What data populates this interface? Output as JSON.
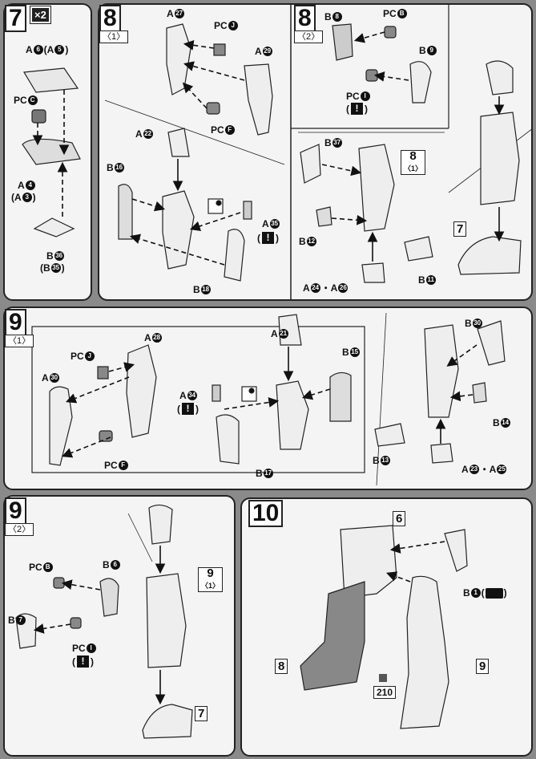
{
  "steps": {
    "s7": {
      "number": "7",
      "multiplier": "×2",
      "labels": {
        "a6": {
          "p": "A",
          "n": "6",
          "alt_p": "(A",
          "alt_n": "5",
          "close": ")"
        },
        "pcc": {
          "p": "PC",
          "n": "C"
        },
        "a4": {
          "p": "A",
          "n": "4"
        },
        "a3": {
          "p": "(A",
          "n": "3",
          "close": ")"
        },
        "b36": {
          "p": "B",
          "n": "36"
        },
        "b35": {
          "p": "(B",
          "n": "35",
          "close": ")"
        }
      }
    },
    "s8_1": {
      "number": "8",
      "sub": "〈1〉",
      "labels": {
        "a27": {
          "p": "A",
          "n": "27"
        },
        "pcj": {
          "p": "PC",
          "n": "J"
        },
        "a29": {
          "p": "A",
          "n": "29"
        },
        "pcf": {
          "p": "PC",
          "n": "F"
        },
        "a22": {
          "p": "A",
          "n": "22"
        },
        "b16": {
          "p": "B",
          "n": "16"
        },
        "a35": {
          "p": "A",
          "n": "35"
        },
        "b18": {
          "p": "B",
          "n": "18"
        }
      }
    },
    "s8_2": {
      "number": "8",
      "sub": "〈2〉",
      "ref_step": "8",
      "ref_sub": "〈1〉",
      "ref_step_b": "7",
      "labels": {
        "b8": {
          "p": "B",
          "n": "8"
        },
        "pcb": {
          "p": "PC",
          "n": "B"
        },
        "b9": {
          "p": "B",
          "n": "9"
        },
        "pci": {
          "p": "PC",
          "n": "I"
        },
        "b37": {
          "p": "B",
          "n": "37"
        },
        "b12": {
          "p": "B",
          "n": "12"
        },
        "b11": {
          "p": "B",
          "n": "11"
        },
        "a24": {
          "p": "A",
          "n": "24",
          "sep": "・A",
          "n2": "26"
        }
      }
    },
    "s9_1": {
      "number": "9",
      "sub": "〈1〉",
      "labels": {
        "a28": {
          "p": "A",
          "n": "28"
        },
        "pcj": {
          "p": "PC",
          "n": "J"
        },
        "a30": {
          "p": "A",
          "n": "30"
        },
        "pcf": {
          "p": "PC",
          "n": "F"
        },
        "a21": {
          "p": "A",
          "n": "21"
        },
        "b15": {
          "p": "B",
          "n": "15"
        },
        "a34": {
          "p": "A",
          "n": "34"
        },
        "b17": {
          "p": "B",
          "n": "17"
        },
        "b30": {
          "p": "B",
          "n": "30"
        },
        "b14": {
          "p": "B",
          "n": "14"
        },
        "b13": {
          "p": "B",
          "n": "13"
        },
        "a23": {
          "p": "A",
          "n": "23",
          "sep": "・A",
          "n2": "25"
        }
      }
    },
    "s9_2": {
      "number": "9",
      "sub": "〈2〉",
      "ref_step": "9",
      "ref_sub": "〈1〉",
      "ref_step_b": "7",
      "labels": {
        "pcb": {
          "p": "PC",
          "n": "B"
        },
        "b6": {
          "p": "B",
          "n": "6"
        },
        "b7": {
          "p": "B",
          "n": "7"
        },
        "pci": {
          "p": "PC",
          "n": "I"
        }
      }
    },
    "s10": {
      "number": "10",
      "ref_a": "6",
      "ref_b": "8",
      "ref_c": "9",
      "sticker": "210",
      "labels": {
        "b1": {
          "p": "B",
          "n": "1"
        }
      }
    }
  },
  "warning": {
    "open": "(",
    "mark": "!",
    "close": ")"
  },
  "icons": [
    "cut-warning-icon",
    "seal-sticker-icon",
    "marking-icon",
    "symmetric-pair-icon"
  ]
}
